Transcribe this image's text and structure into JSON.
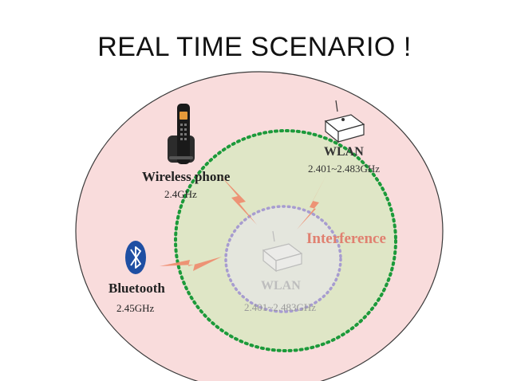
{
  "title": "REAL TIME SCENARIO !",
  "colors": {
    "outer_fill": "#f9dcdc",
    "inner_fill": "#dfe6c6",
    "green_dots": "#1c9a3a",
    "purple_dots": "#a79cd0",
    "bolt": "#ee8a6c",
    "interference": "#e08070",
    "bluetooth_blue": "#1f4fa3"
  },
  "devices": {
    "wireless_phone": {
      "name": "Wireless phone",
      "freq": "2.4GHz"
    },
    "wlan_top": {
      "name": "WLAN",
      "freq": "2.401~2.483GHz"
    },
    "bluetooth": {
      "name": "Bluetooth",
      "freq": "2.45GHz"
    },
    "wlan_center": {
      "name": "WLAN",
      "freq": "2.401~2.483GHz"
    }
  },
  "interference_label": "Interference"
}
